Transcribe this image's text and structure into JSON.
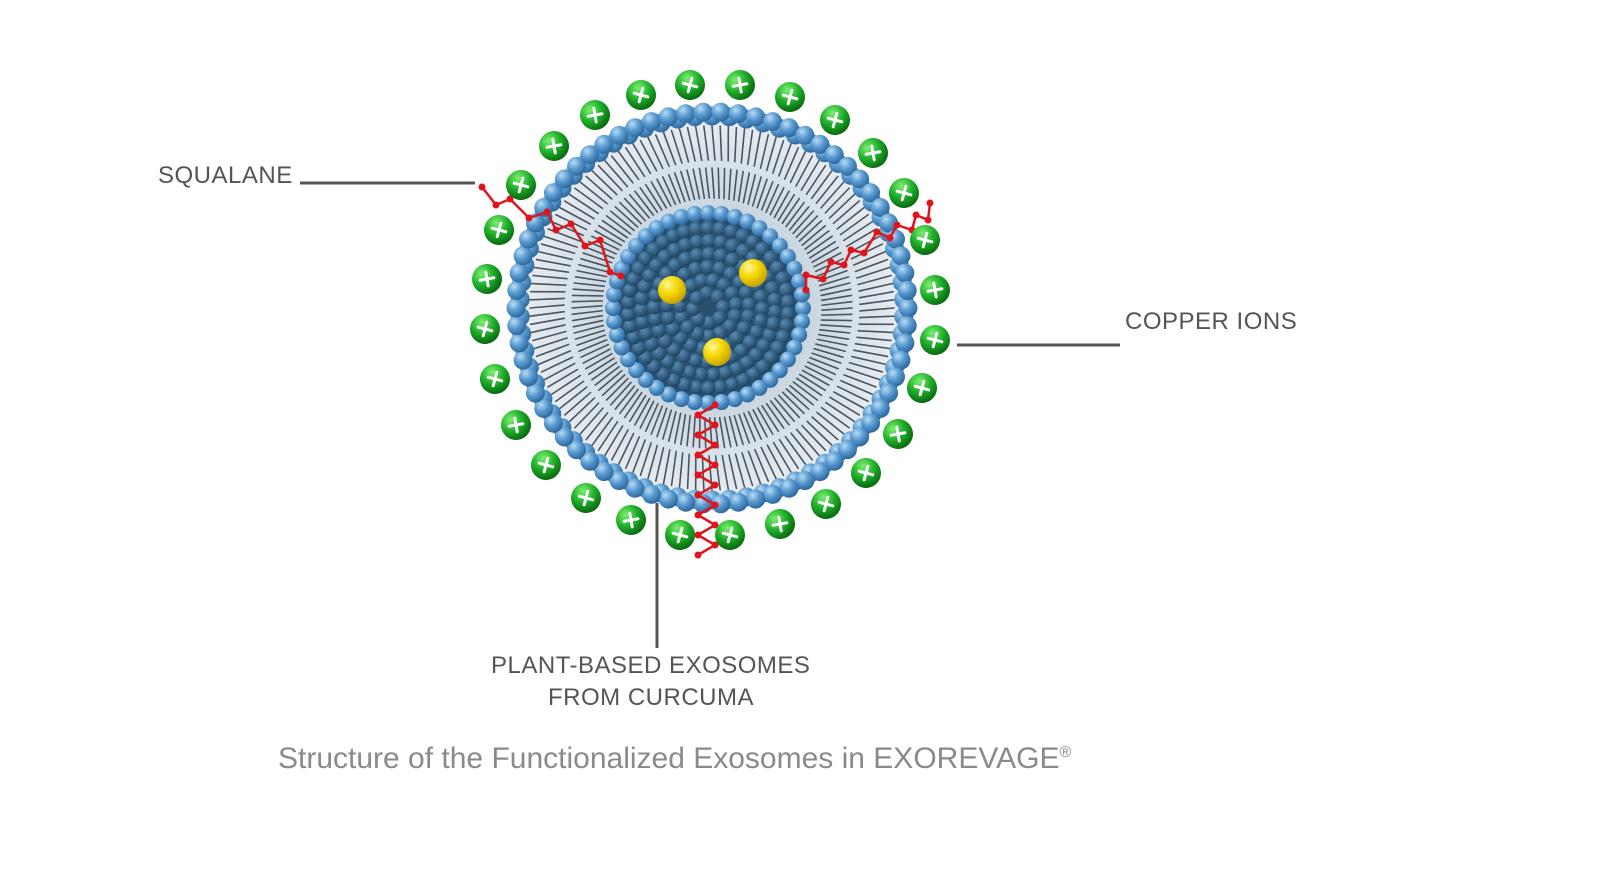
{
  "labels": {
    "squalane": "SQUALANE",
    "copper_ions": "COPPER IONS",
    "exosomes_line1": "PLANT-BASED EXOSOMES",
    "exosomes_line2": "FROM CURCUMA"
  },
  "caption": {
    "text": "Structure of the Functionalized Exosomes in EXOREVAGE",
    "mark": "®"
  },
  "colors": {
    "bead": "#5b9bd1",
    "core": "#2f5f86",
    "membrane_fill": "#dfe6ec",
    "ion": "#1fae2a",
    "squalane": "#e0141c",
    "payload": "#f5d800",
    "leader": "#555555"
  }
}
